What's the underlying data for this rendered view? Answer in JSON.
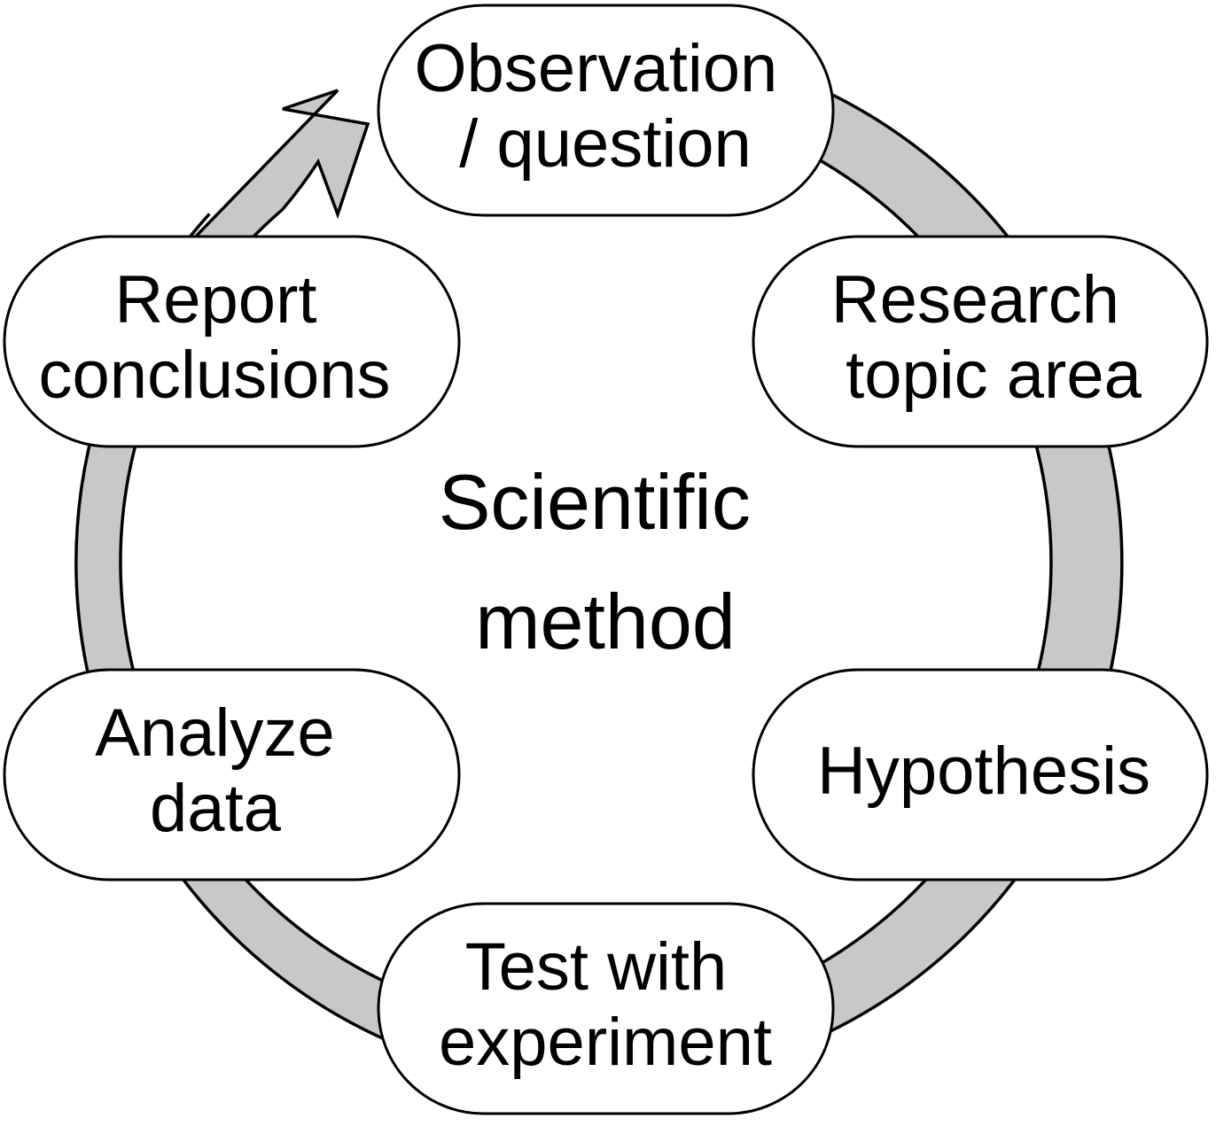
{
  "diagram": {
    "center_title": [
      "Scientific",
      "method"
    ],
    "steps": [
      {
        "id": "observation",
        "lines": [
          "Observation",
          "/ question"
        ]
      },
      {
        "id": "research",
        "lines": [
          "Research",
          "topic area"
        ]
      },
      {
        "id": "hypothesis",
        "lines": [
          "Hypothesis"
        ]
      },
      {
        "id": "experiment",
        "lines": [
          "Test with",
          "experiment"
        ]
      },
      {
        "id": "analyze",
        "lines": [
          "Analyze",
          "data"
        ]
      },
      {
        "id": "report",
        "lines": [
          "Report",
          "conclusions"
        ]
      }
    ],
    "cycle_direction": "clockwise",
    "colors": {
      "ring_fill": "#c8c8c8",
      "outline": "#000000",
      "node_fill": "#ffffff",
      "text": "#000000"
    }
  }
}
